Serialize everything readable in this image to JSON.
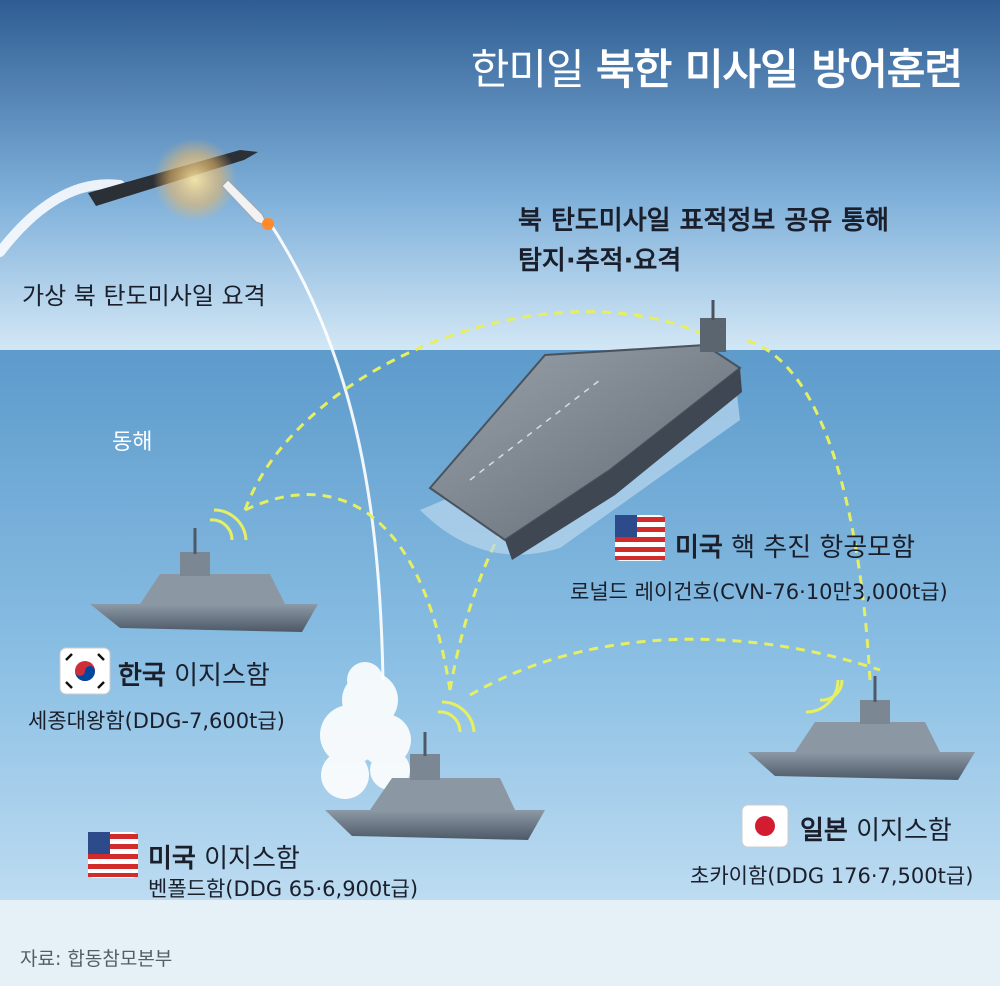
{
  "title": {
    "light": "한미일",
    "bold": "북한 미사일 방어훈련"
  },
  "missile_caption": "가상 북 탄도미사일 요격",
  "info_line1": "북 탄도미사일 표적정보 공유 통해",
  "info_line2": "탐지·추적·요격",
  "sea_label": "동해",
  "carrier": {
    "country": "미국",
    "type": " 핵 추진 항공모함",
    "detail": "로널드 레이건호(CVN-76·10만3,000t급)"
  },
  "korea_ship": {
    "country": "한국",
    "type": " 이지스함",
    "detail": "세종대왕함(DDG-7,600t급)"
  },
  "us_ship": {
    "country": "미국",
    "type": " 이지스함",
    "detail": "벤폴드함(DDG 65·6,900t급)"
  },
  "japan_ship": {
    "country": "일본",
    "type": " 이지스함",
    "detail": "초카이함(DDG 176·7,500t급)"
  },
  "source": "자료: 합동참모본부",
  "colors": {
    "sky_top": "#2f5d93",
    "sky_bottom": "#cfe4f4",
    "sea": "#6ea8d3",
    "link": "#e6ef62",
    "text": "#1a1f2b"
  }
}
